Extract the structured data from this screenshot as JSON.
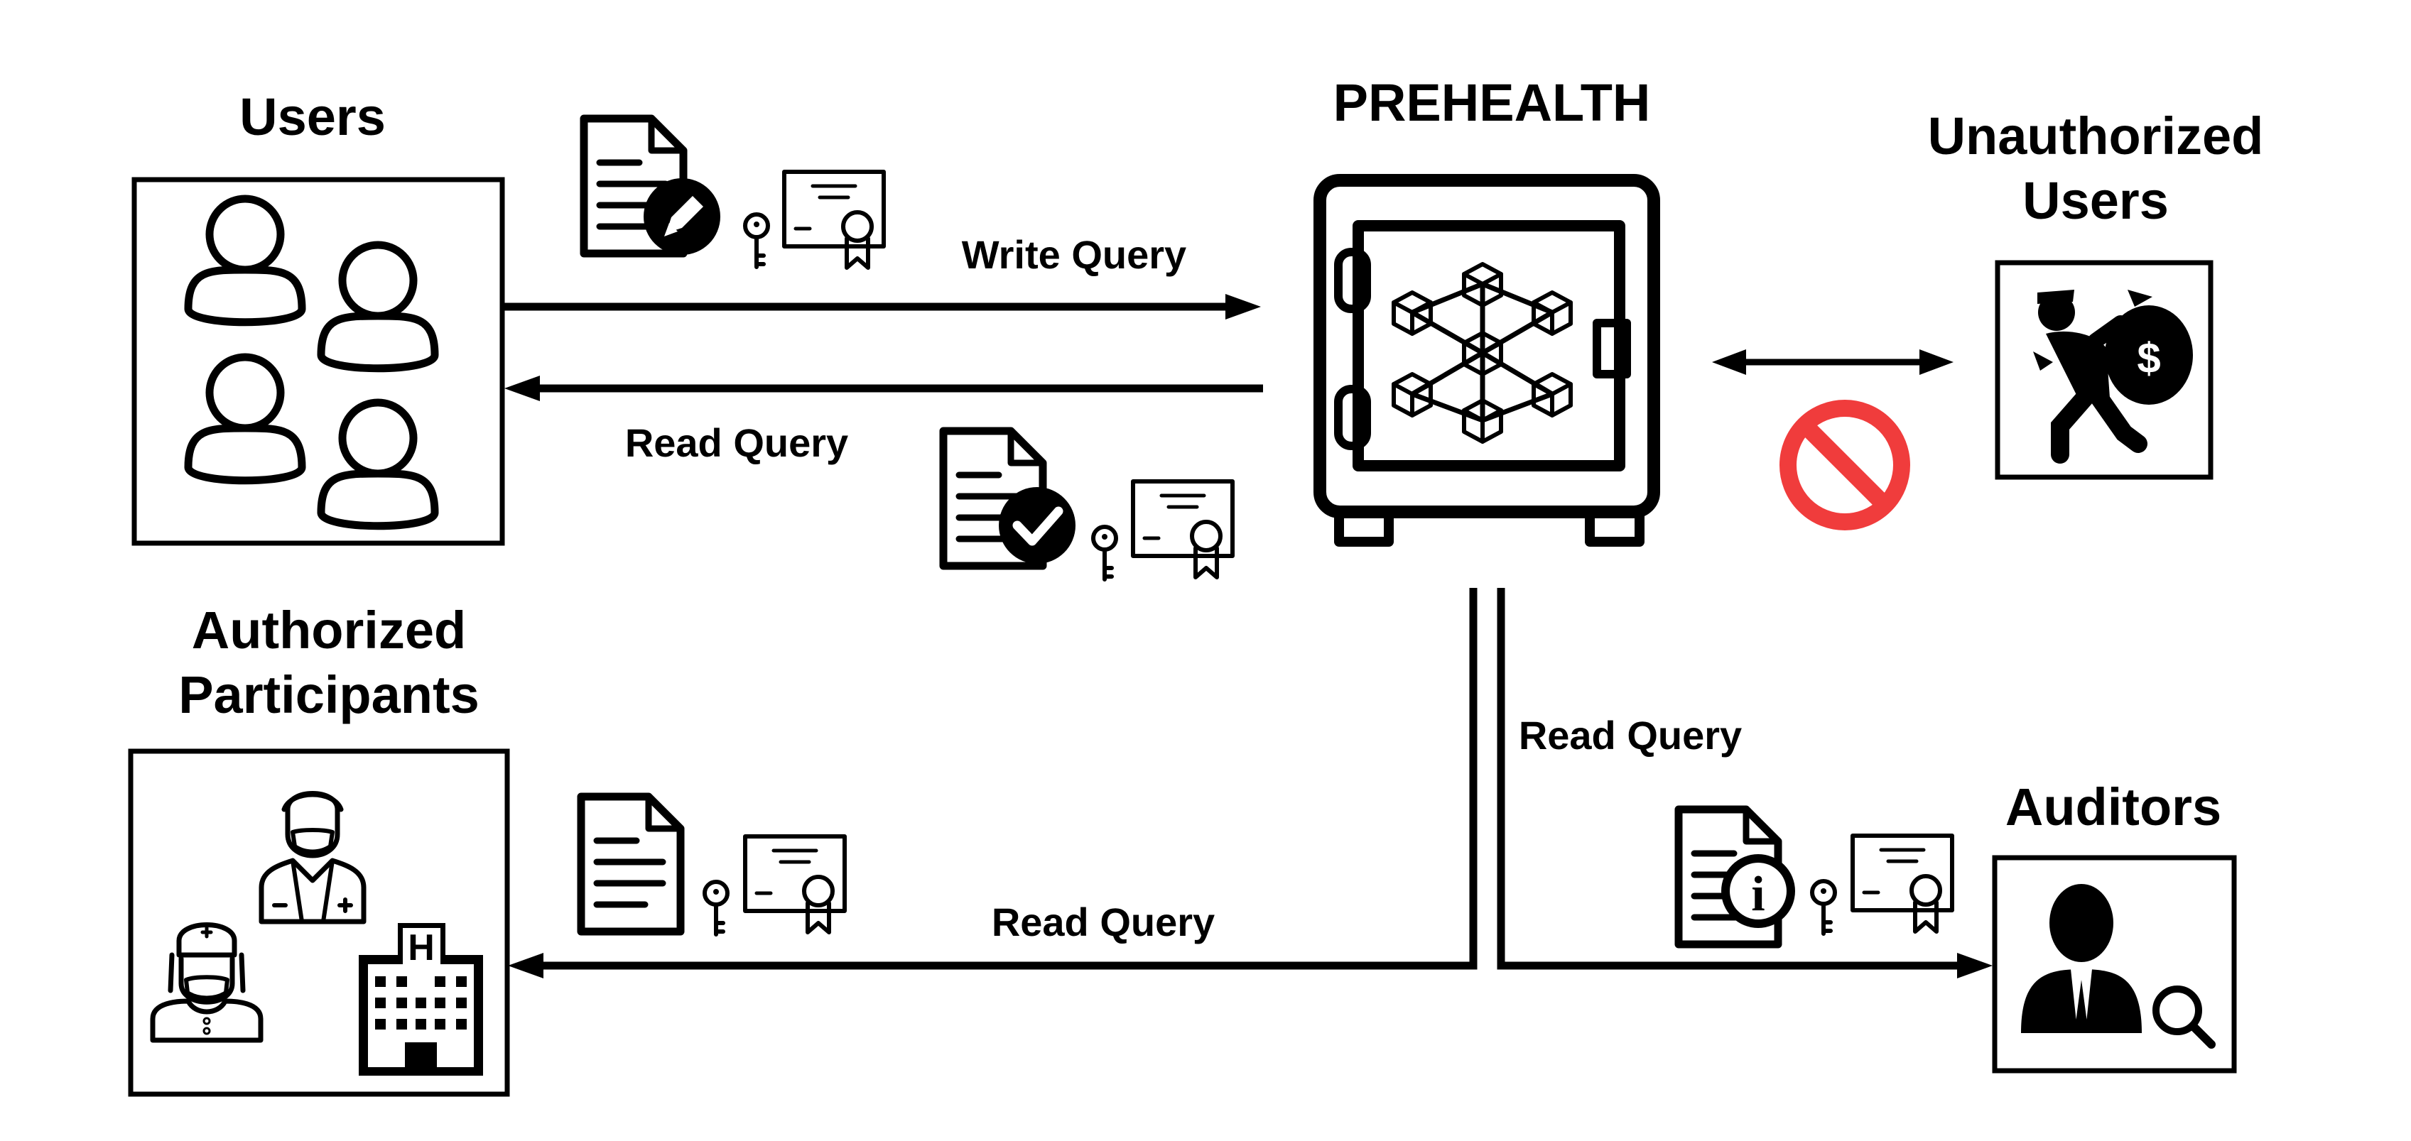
{
  "nodes": {
    "users": {
      "title": "Users"
    },
    "preh": {
      "title": "PREHEALTH"
    },
    "unauthorized": {
      "title_line1": "Unauthorized",
      "title_line2": "Users"
    },
    "authorized": {
      "title_line1": "Authorized",
      "title_line2": "Participants"
    },
    "auditors": {
      "title": "Auditors"
    }
  },
  "edges": {
    "write": "Write Query",
    "read_users": "Read Query",
    "read_auditors": "Read Query",
    "read_authorized": "Read Query"
  },
  "icons": {
    "dollar": "$",
    "hospital": "H",
    "info": "i"
  },
  "colors": {
    "ink": "#000000",
    "forbidden": "#f03c3c"
  }
}
